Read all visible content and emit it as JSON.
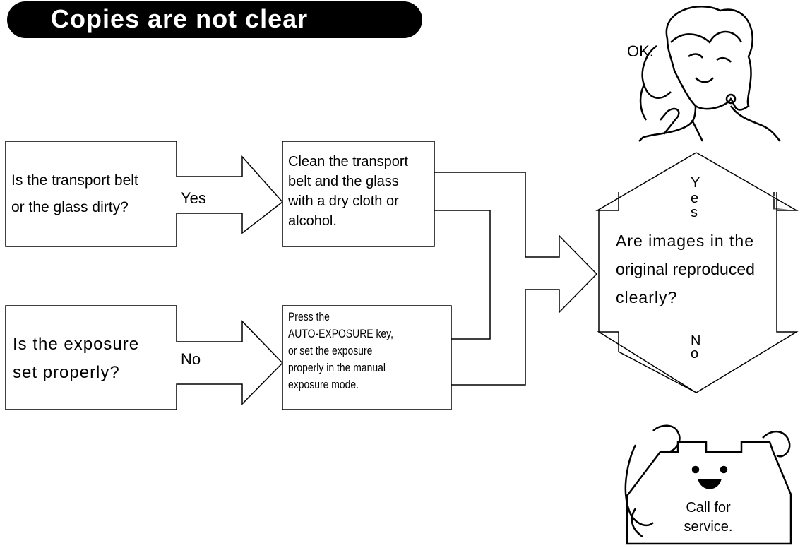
{
  "title": "Copies are not clear",
  "ok_caption": "OK.",
  "q1": {
    "line1": "Is the transport belt",
    "line2": "or the glass dirty?"
  },
  "q1_arrow_label": "Yes",
  "a1": {
    "line1": "Clean the transport",
    "line2": "belt and the glass",
    "line3": "with a dry cloth or",
    "line4": "alcohol."
  },
  "q2": {
    "line1": "Is the exposure",
    "line2": "set properly?"
  },
  "q2_arrow_label": "No",
  "a2": {
    "line1": "Press the",
    "line2": "AUTO-EXPOSURE key,",
    "line3": "or set the exposure",
    "line4": "properly in the manual",
    "line5": "exposure mode."
  },
  "q3": {
    "line1": "Are images in the",
    "line2": "original reproduced",
    "line3": "clearly?"
  },
  "q3_yes": [
    "Y",
    "e",
    "s"
  ],
  "q3_no": [
    "N",
    "o"
  ],
  "service_caption": {
    "line1": "Call for",
    "line2": "service."
  }
}
